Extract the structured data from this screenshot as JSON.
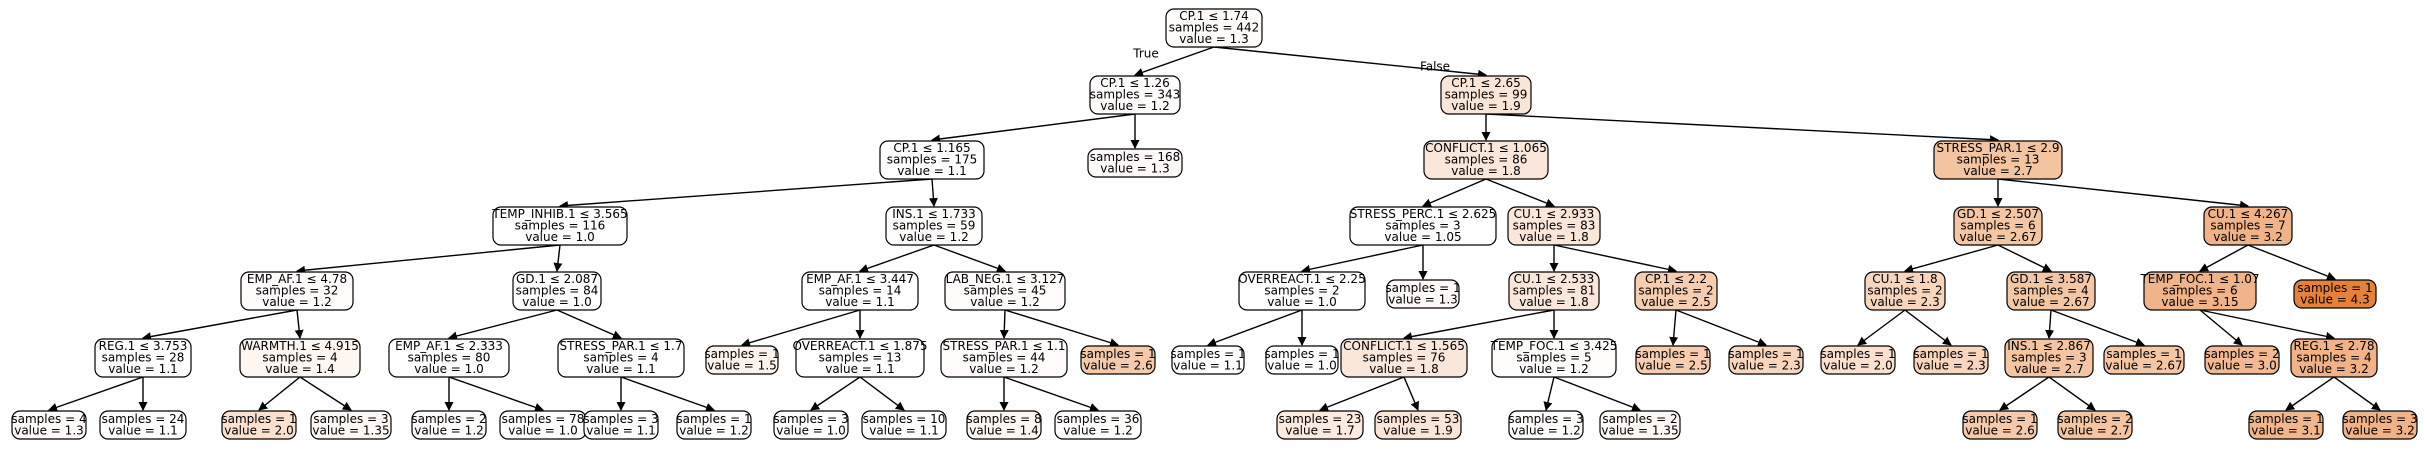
{
  "edge_labels": {
    "true": "True",
    "false": "False"
  },
  "nodes": {
    "n0": {
      "lines": [
        "CP.1 ≤ 1.74",
        "samples = 442",
        "value = 1.3"
      ],
      "fill": "#fffbf9"
    },
    "n1": {
      "lines": [
        "CP.1 ≤ 1.26",
        "samples = 343",
        "value = 1.2"
      ],
      "fill": "#fffdfc"
    },
    "n2": {
      "lines": [
        "CP.1 ≤ 2.65",
        "samples = 99",
        "value = 1.9"
      ],
      "fill": "#fbe5d6"
    },
    "n3": {
      "lines": [
        "CP.1 ≤ 1.165",
        "samples = 175",
        "value = 1.1"
      ],
      "fill": "#ffffff"
    },
    "n4": {
      "lines": [
        "samples = 168",
        "value = 1.3"
      ],
      "fill": "#fffaf7"
    },
    "n5": {
      "lines": [
        "CONFLICT.1 ≤ 1.065",
        "samples = 86",
        "value = 1.8"
      ],
      "fill": "#fbe7da"
    },
    "n6": {
      "lines": [
        "STRESS_PAR.1 ≤ 2.9",
        "samples = 13",
        "value = 2.7"
      ],
      "fill": "#f4c4a0"
    },
    "n7": {
      "lines": [
        "TEMP_INHIB.1 ≤ 3.565",
        "samples = 116",
        "value = 1.0"
      ],
      "fill": "#ffffff"
    },
    "n8": {
      "lines": [
        "INS.1 ≤ 1.733",
        "samples = 59",
        "value = 1.2"
      ],
      "fill": "#fffdfc"
    },
    "n9": {
      "lines": [
        "STRESS_PERC.1 ≤ 2.625",
        "samples = 3",
        "value = 1.05"
      ],
      "fill": "#ffffff"
    },
    "n10": {
      "lines": [
        "CU.1 ≤ 2.933",
        "samples = 83",
        "value = 1.8"
      ],
      "fill": "#fbe6d8"
    },
    "n11": {
      "lines": [
        "GD.1 ≤ 2.507",
        "samples = 6",
        "value = 2.67"
      ],
      "fill": "#f5c6a3"
    },
    "n12": {
      "lines": [
        "CU.1 ≤ 4.267",
        "samples = 7",
        "value = 3.2"
      ],
      "fill": "#f0b286"
    },
    "n13": {
      "lines": [
        "EMP_AF.1 ≤ 4.78",
        "samples = 32",
        "value = 1.2"
      ],
      "fill": "#fffcfb"
    },
    "n14": {
      "lines": [
        "GD.1 ≤ 2.087",
        "samples = 84",
        "value = 1.0"
      ],
      "fill": "#ffffff"
    },
    "n15": {
      "lines": [
        "EMP_AF.1 ≤ 3.447",
        "samples = 14",
        "value = 1.1"
      ],
      "fill": "#ffffff"
    },
    "n16": {
      "lines": [
        "LAB_NEG.1 ≤ 3.127",
        "samples = 45",
        "value = 1.2"
      ],
      "fill": "#fffcfb"
    },
    "n17": {
      "lines": [
        "OVERREACT.1 ≤ 2.25",
        "samples = 2",
        "value = 1.0"
      ],
      "fill": "#ffffff"
    },
    "n18": {
      "lines": [
        "samples = 1",
        "value = 1.3"
      ],
      "fill": "#fffaf7"
    },
    "n19": {
      "lines": [
        "CU.1 ≤ 2.533",
        "samples = 81",
        "value = 1.8"
      ],
      "fill": "#fbe7da"
    },
    "n20": {
      "lines": [
        "CP.1 ≤ 2.2",
        "samples = 2",
        "value = 2.5"
      ],
      "fill": "#f6cdaf"
    },
    "n21": {
      "lines": [
        "CU.1 ≤ 1.8",
        "samples = 2",
        "value = 2.3"
      ],
      "fill": "#f8d6bd"
    },
    "n22": {
      "lines": [
        "GD.1 ≤ 3.587",
        "samples = 4",
        "value = 2.67"
      ],
      "fill": "#f5c6a3"
    },
    "n23": {
      "lines": [
        "TEMP_FOC.1 ≤ 1.07",
        "samples = 6",
        "value = 3.15"
      ],
      "fill": "#f0b488"
    },
    "n24": {
      "lines": [
        "samples = 1",
        "value = 4.3"
      ],
      "fill": "#e58139"
    },
    "n25": {
      "lines": [
        "REG.1 ≤ 3.753",
        "samples = 28",
        "value = 1.1"
      ],
      "fill": "#ffffff"
    },
    "n26": {
      "lines": [
        "WARMTH.1 ≤ 4.915",
        "samples = 4",
        "value = 1.4"
      ],
      "fill": "#fef6f0"
    },
    "n27": {
      "lines": [
        "EMP_AF.1 ≤ 2.333",
        "samples = 80",
        "value = 1.0"
      ],
      "fill": "#ffffff"
    },
    "n28": {
      "lines": [
        "STRESS_PAR.1 ≤ 1.7",
        "samples = 4",
        "value = 1.1"
      ],
      "fill": "#ffffff"
    },
    "n29": {
      "lines": [
        "samples = 1",
        "value = 1.5"
      ],
      "fill": "#fdf3ec"
    },
    "n30": {
      "lines": [
        "OVERREACT.1 ≤ 1.875",
        "samples = 13",
        "value = 1.1"
      ],
      "fill": "#ffffff"
    },
    "n31": {
      "lines": [
        "STRESS_PAR.1 ≤ 1.1",
        "samples = 44",
        "value = 1.2"
      ],
      "fill": "#fffcfb"
    },
    "n32": {
      "lines": [
        "samples = 1",
        "value = 2.6"
      ],
      "fill": "#f5c9a9"
    },
    "n33": {
      "lines": [
        "samples = 1",
        "value = 1.1"
      ],
      "fill": "#ffffff"
    },
    "n34": {
      "lines": [
        "samples = 1",
        "value = 1.0"
      ],
      "fill": "#ffffff"
    },
    "n35": {
      "lines": [
        "CONFLICT.1 ≤ 1.565",
        "samples = 76",
        "value = 1.8"
      ],
      "fill": "#fbe7da"
    },
    "n36": {
      "lines": [
        "TEMP_FOC.1 ≤ 3.425",
        "samples = 5",
        "value = 1.2"
      ],
      "fill": "#fffdfc"
    },
    "n37": {
      "lines": [
        "samples = 1",
        "value = 2.5"
      ],
      "fill": "#f6cdaf"
    },
    "n38": {
      "lines": [
        "samples = 1",
        "value = 2.3"
      ],
      "fill": "#f8d6bd"
    },
    "n39": {
      "lines": [
        "samples = 1",
        "value = 2.0"
      ],
      "fill": "#fae0cd"
    },
    "n40": {
      "lines": [
        "samples = 1",
        "value = 2.3"
      ],
      "fill": "#f8d6bd"
    },
    "n41": {
      "lines": [
        "INS.1 ≤ 2.867",
        "samples = 3",
        "value = 2.7"
      ],
      "fill": "#f5c4a0"
    },
    "n42": {
      "lines": [
        "samples = 1",
        "value = 2.67"
      ],
      "fill": "#f5c6a3"
    },
    "n43": {
      "lines": [
        "samples = 2",
        "value = 3.0"
      ],
      "fill": "#f2b992"
    },
    "n44": {
      "lines": [
        "REG.1 ≤ 2.78",
        "samples = 4",
        "value = 3.2"
      ],
      "fill": "#f0b286"
    },
    "n45": {
      "lines": [
        "samples = 4",
        "value = 1.3"
      ],
      "fill": "#fffaf7"
    },
    "n46": {
      "lines": [
        "samples = 24",
        "value = 1.1"
      ],
      "fill": "#ffffff"
    },
    "n47": {
      "lines": [
        "samples = 1",
        "value = 2.0"
      ],
      "fill": "#fae0cd"
    },
    "n48": {
      "lines": [
        "samples = 3",
        "value = 1.35"
      ],
      "fill": "#fef8f4"
    },
    "n49": {
      "lines": [
        "samples = 2",
        "value = 1.2"
      ],
      "fill": "#fffdfc"
    },
    "n50": {
      "lines": [
        "samples = 78",
        "value = 1.0"
      ],
      "fill": "#ffffff"
    },
    "n51": {
      "lines": [
        "samples = 3",
        "value = 1.1"
      ],
      "fill": "#ffffff"
    },
    "n52": {
      "lines": [
        "samples = 1",
        "value = 1.2"
      ],
      "fill": "#fffdfc"
    },
    "n53": {
      "lines": [
        "samples = 3",
        "value = 1.0"
      ],
      "fill": "#ffffff"
    },
    "n54": {
      "lines": [
        "samples = 10",
        "value = 1.1"
      ],
      "fill": "#ffffff"
    },
    "n55": {
      "lines": [
        "samples = 8",
        "value = 1.4"
      ],
      "fill": "#fef6f0"
    },
    "n56": {
      "lines": [
        "samples = 36",
        "value = 1.2"
      ],
      "fill": "#fffdfc"
    },
    "n57": {
      "lines": [
        "samples = 23",
        "value = 1.7"
      ],
      "fill": "#fceade"
    },
    "n58": {
      "lines": [
        "samples = 53",
        "value = 1.9"
      ],
      "fill": "#fbe5d6"
    },
    "n59": {
      "lines": [
        "samples = 3",
        "value = 1.2"
      ],
      "fill": "#fffdfc"
    },
    "n60": {
      "lines": [
        "samples = 2",
        "value = 1.35"
      ],
      "fill": "#fef8f4"
    },
    "n61": {
      "lines": [
        "samples = 1",
        "value = 2.6"
      ],
      "fill": "#f5c9a9"
    },
    "n62": {
      "lines": [
        "samples = 2",
        "value = 2.7"
      ],
      "fill": "#f5c4a0"
    },
    "n63": {
      "lines": [
        "samples = 1",
        "value = 3.1"
      ],
      "fill": "#f1b68c"
    },
    "n64": {
      "lines": [
        "samples = 3",
        "value = 3.2"
      ],
      "fill": "#f0b286"
    }
  }
}
